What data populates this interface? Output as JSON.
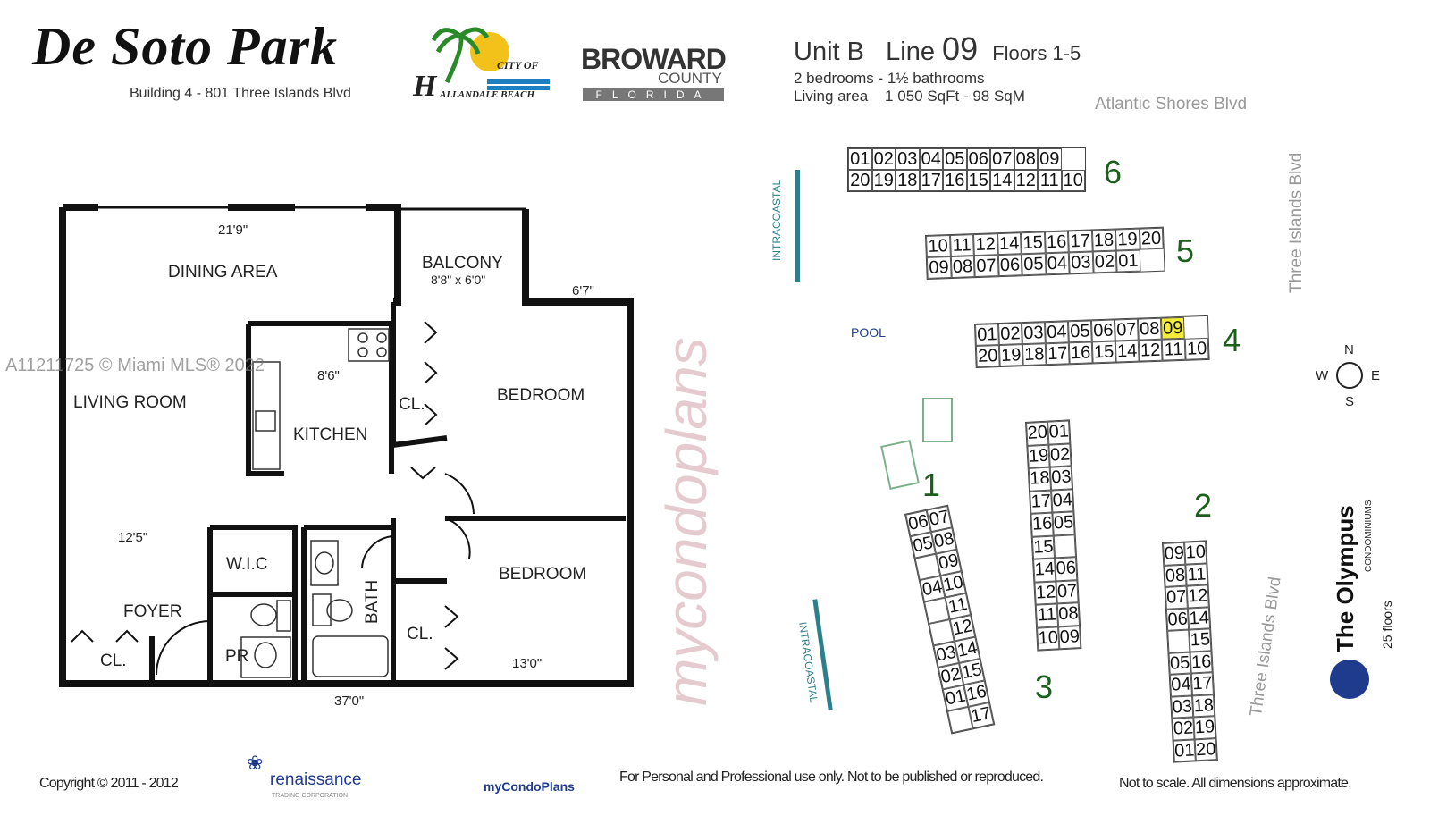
{
  "header": {
    "title": "De Soto Park",
    "subtitle": "Building 4 - 801 Three Islands Blvd",
    "logo_city": {
      "top": "CITY OF",
      "initial": "H",
      "name": "ALLANDALE BEACH"
    },
    "logo_county": {
      "name": "BROWARD",
      "county": "COUNTY",
      "state": "FLORIDA"
    }
  },
  "unit": {
    "unit": "Unit B",
    "line_label": "Line",
    "line_number": "09",
    "floors": "Floors 1-5",
    "bedrooms": "2 bedrooms - 1½ bathrooms",
    "living_area": "Living area    1 050 SqFt - 98 SqM"
  },
  "floorplan": {
    "rooms": {
      "dining": "DINING AREA",
      "living": "LIVING ROOM",
      "balcony": "BALCONY",
      "balcony_dim": "8'8\" x 6'0\"",
      "kitchen": "KITCHEN",
      "kitchen_dim": "8'6\"",
      "bedroom1": "BEDROOM",
      "bedroom2": "BEDROOM",
      "cl1": "CL.",
      "cl2": "CL.",
      "cl3": "CL.",
      "wic": "W.I.C",
      "foyer": "FOYER",
      "pr": "PR",
      "bath": "BATH"
    },
    "dims": {
      "top": "21'9\"",
      "right_top": "6'7\"",
      "left": "12'5\"",
      "bottom_right": "13'0\"",
      "overall": "37'0\""
    }
  },
  "site": {
    "roads": {
      "north": "Atlantic Shores Blvd",
      "east1": "Three Islands Blvd",
      "east2": "Three Islands Blvd",
      "water1": "INTRACOASTAL",
      "water2": "INTRACOASTAL"
    },
    "pool": "POOL",
    "compass": {
      "n": "N",
      "s": "S",
      "e": "E",
      "w": "W"
    },
    "buildings": [
      {
        "number": "6",
        "top": [
          "01",
          "02",
          "03",
          "04",
          "05",
          "06",
          "07",
          "08",
          "09"
        ],
        "bottom": [
          "20",
          "19",
          "18",
          "17",
          "16",
          "15",
          "14",
          "12",
          "11",
          "10"
        ]
      },
      {
        "number": "5",
        "top": [
          "10",
          "11",
          "12",
          "14",
          "15",
          "16",
          "17",
          "18",
          "19",
          "20"
        ],
        "bottom": [
          "09",
          "08",
          "07",
          "06",
          "05",
          "04",
          "03",
          "02",
          "01"
        ]
      },
      {
        "number": "4",
        "top": [
          "01",
          "02",
          "03",
          "04",
          "05",
          "06",
          "07",
          "08",
          "09"
        ],
        "bottom": [
          "20",
          "19",
          "18",
          "17",
          "16",
          "15",
          "14",
          "12",
          "11",
          "10"
        ],
        "highlight": "09"
      },
      {
        "number": "1",
        "left": [
          "06",
          "05",
          "",
          "04",
          "",
          "",
          "03",
          "02",
          "01"
        ],
        "right": [
          "07",
          "08",
          "09",
          "10",
          "11",
          "12",
          "14",
          "15",
          "16",
          "17"
        ]
      },
      {
        "number": "3",
        "left": [
          "20",
          "19",
          "18",
          "17",
          "16",
          "15",
          "14",
          "12",
          "11",
          "10"
        ],
        "right": [
          "01",
          "02",
          "03",
          "04",
          "05",
          "",
          "06",
          "07",
          "08",
          "09"
        ]
      },
      {
        "number": "2",
        "left": [
          "09",
          "08",
          "07",
          "06",
          "",
          "05",
          "04",
          "03",
          "02",
          "01"
        ],
        "right": [
          "10",
          "11",
          "12",
          "14",
          "15",
          "16",
          "17",
          "18",
          "19",
          "20"
        ]
      }
    ],
    "olympus": {
      "name": "The Olympus",
      "sub": "CONDOMINIUMS",
      "floors": "25 floors"
    }
  },
  "watermarks": {
    "mls": "A11211725 © Miami MLS® 2022",
    "brand": "mycondoplans"
  },
  "footer": {
    "copyright": "Copyright © 2011 - 2012",
    "renaissance": "renaissance",
    "renaissance_sub": "TRADING CORPORATION",
    "mycondoplans": "myCondoPlans",
    "notice": "For Personal and Professional use only.  Not to be published or reproduced.",
    "scale": "Not to scale.  All dimensions approximate."
  },
  "colors": {
    "highlight": "#f4ec3a",
    "building_number": "#1c5e1c",
    "water": "#2e7f8c",
    "pool": "#1f3c8c",
    "watermark": "#c0808c"
  }
}
